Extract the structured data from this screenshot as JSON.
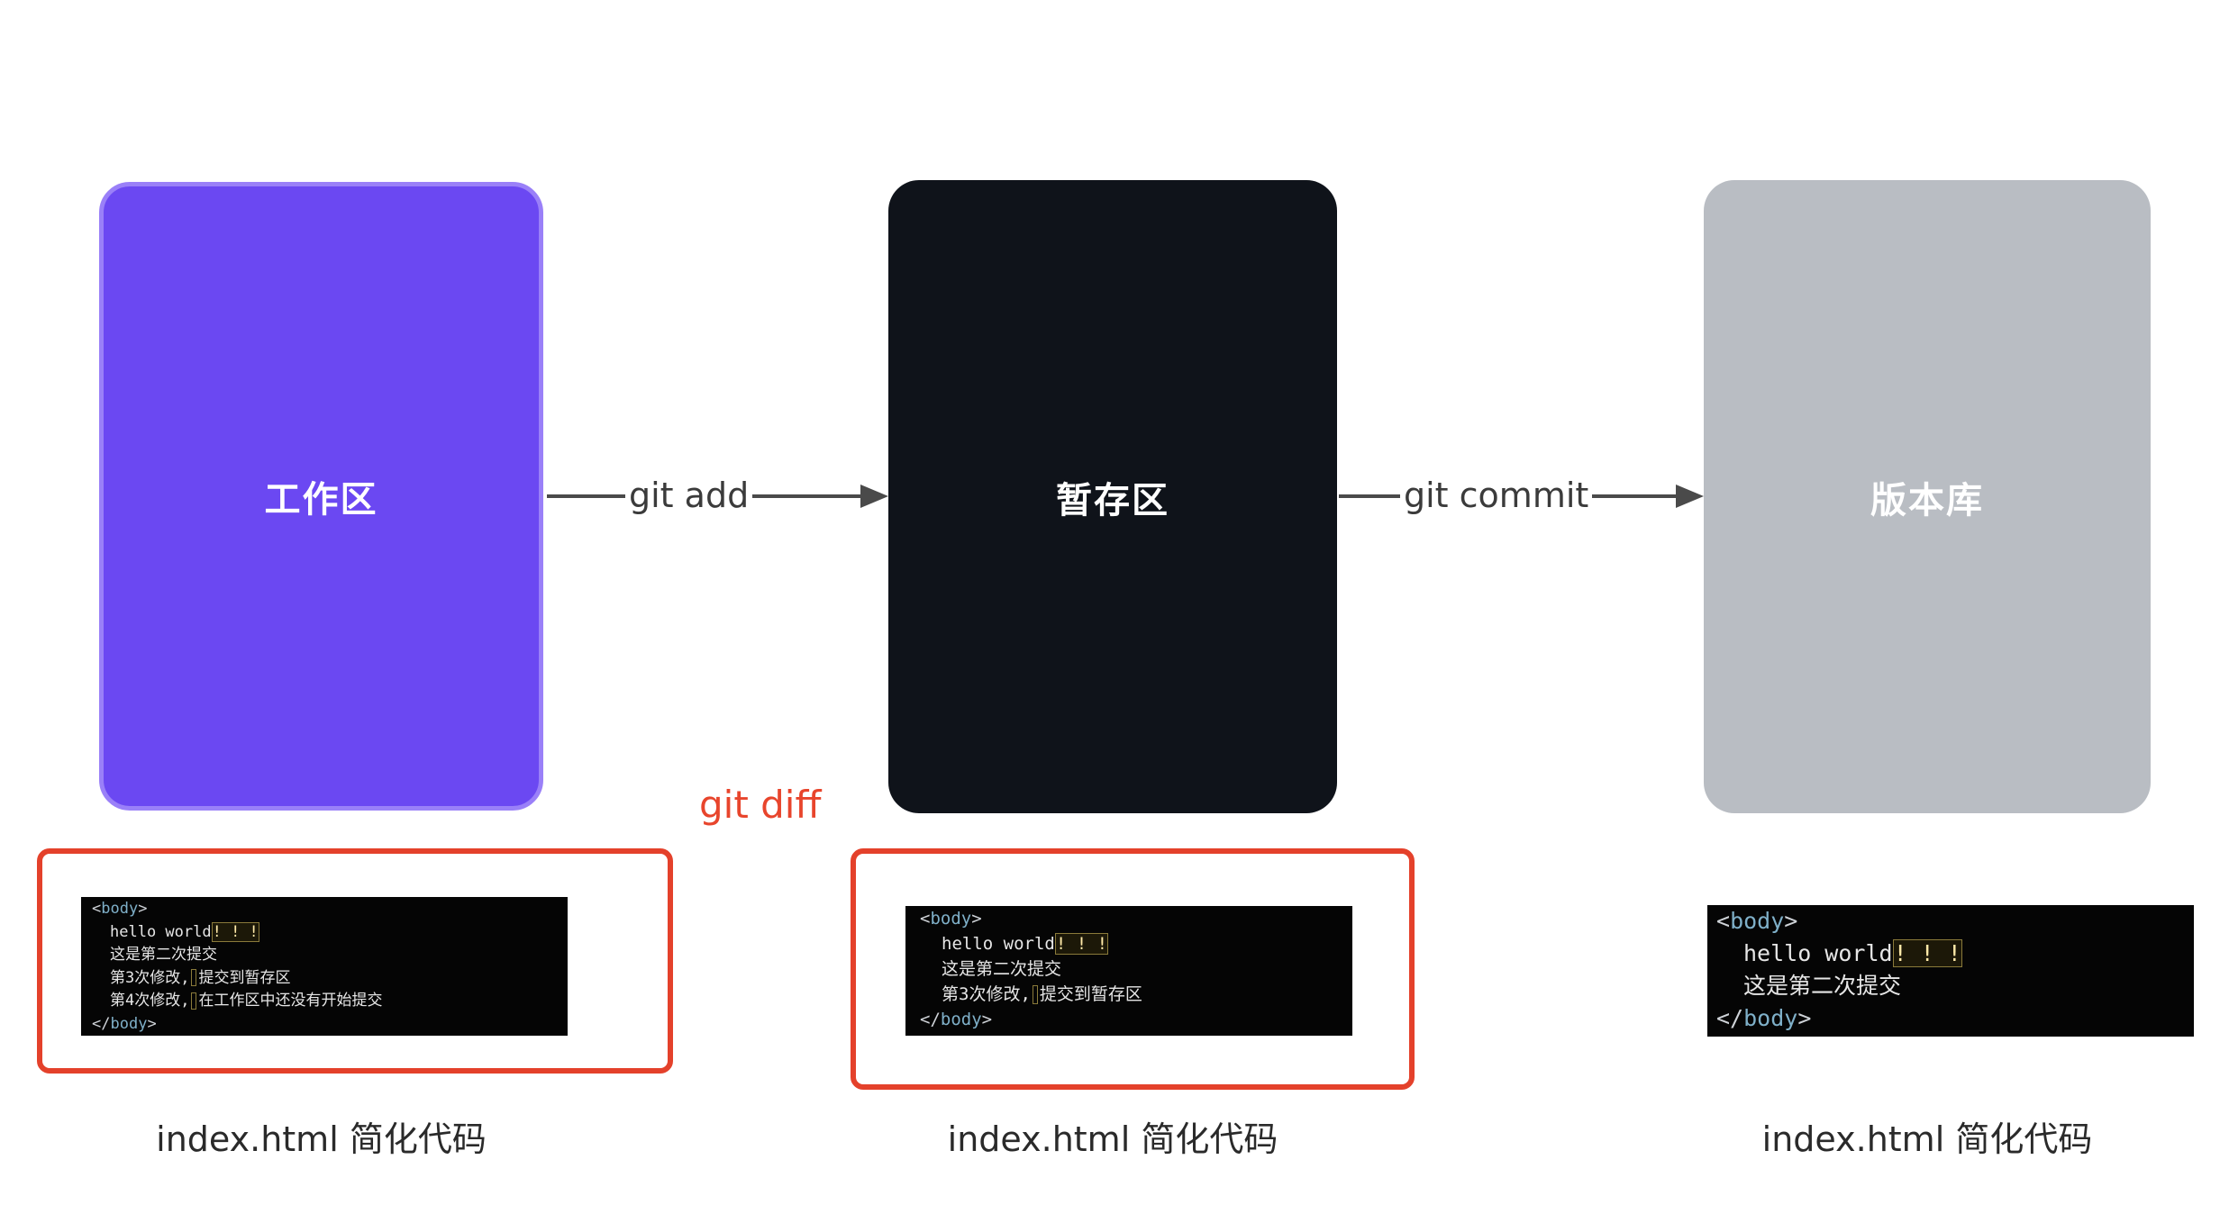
{
  "boxes": {
    "work": {
      "label": "工作区",
      "color": "#6b48f2"
    },
    "stage": {
      "label": "暂存区",
      "color": "#0f131a"
    },
    "repo": {
      "label": "版本库",
      "color": "#b9bdc3"
    }
  },
  "arrows": {
    "add": "git add",
    "commit": "git commit"
  },
  "diff_label": "git diff",
  "accent_color": "#e4412b",
  "code": {
    "open_tag": "body",
    "hello": "hello world",
    "excl": "! ! !",
    "second": "这是第二次提交",
    "third_a": "第3次修改,",
    "third_b": "提交到暂存区",
    "fourth_a": "第4次修改,",
    "fourth_b": "在工作区中还没有开始提交"
  },
  "captions": {
    "work": "index.html 简化代码",
    "stage": "index.html 简化代码",
    "repo": "index.html 简化代码"
  }
}
